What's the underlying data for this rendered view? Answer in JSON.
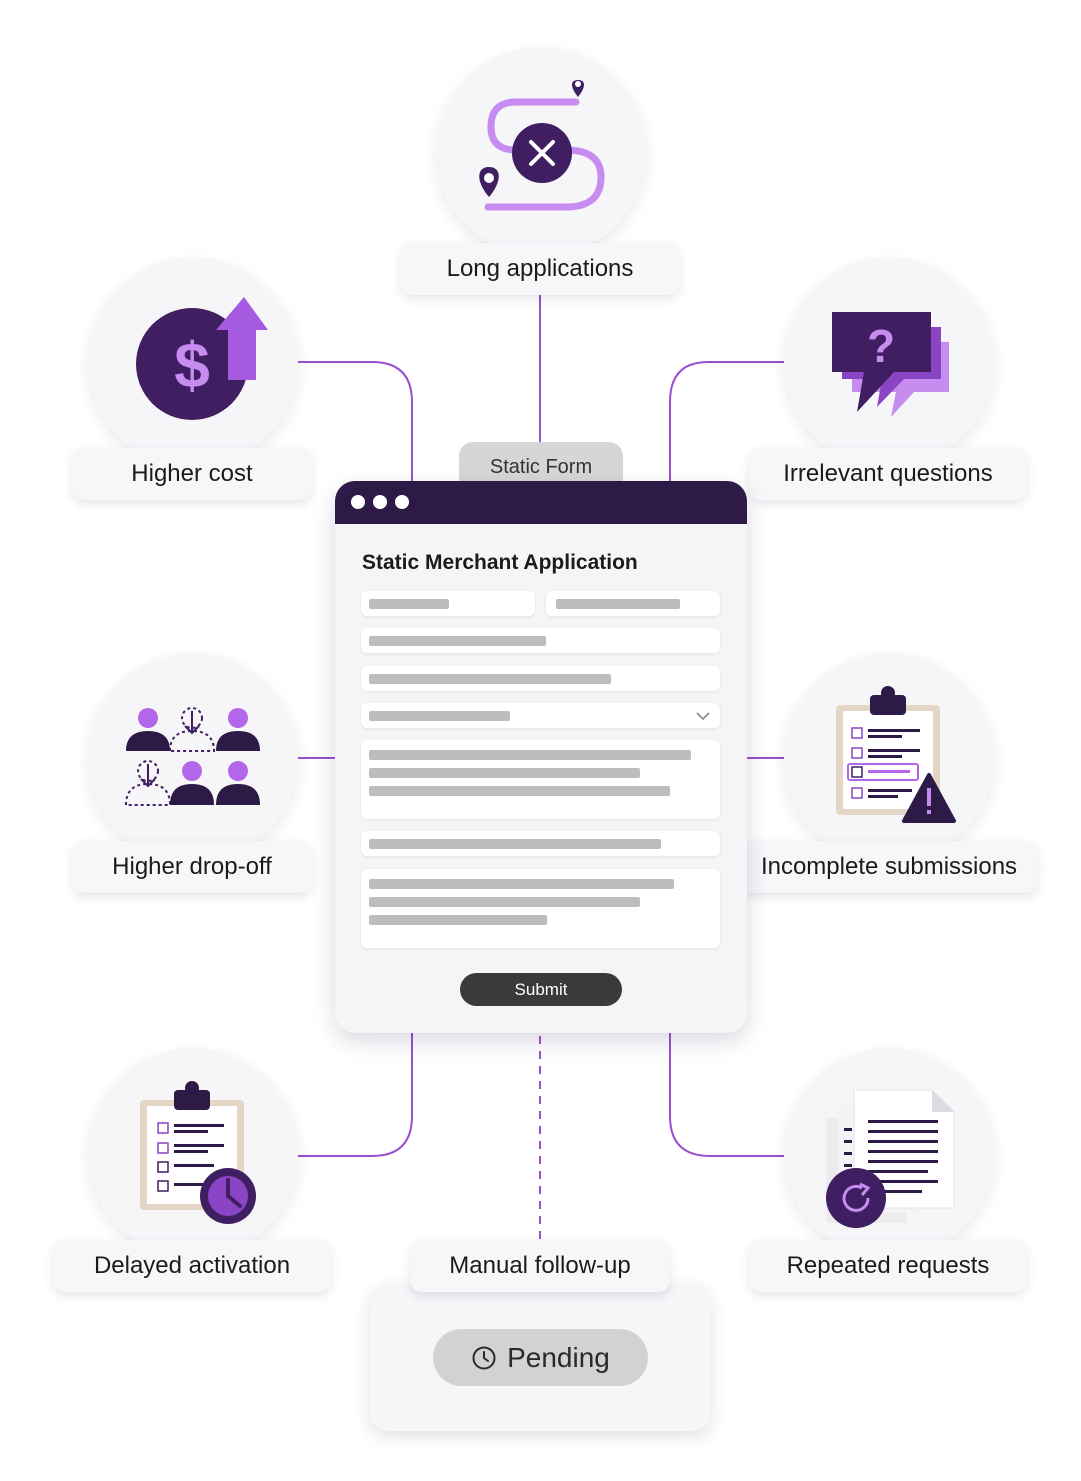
{
  "colors": {
    "accent": "#9b4fd0",
    "accent_light": "#c68cf0",
    "dark_purple": "#2e1a47",
    "label_bg": "#f7f6f9",
    "tab_grey": "#d6d6d8"
  },
  "center": {
    "tab_label": "Static Form",
    "form_title": "Static Merchant Application",
    "submit_label": "Submit"
  },
  "nodes": {
    "long_applications": {
      "label": "Long applications",
      "icon": "winding-path-x-icon"
    },
    "higher_cost": {
      "label": "Higher cost",
      "icon": "dollar-arrow-up-icon"
    },
    "irrelevant_questions": {
      "label": "Irrelevant questions",
      "icon": "question-chat-bubbles-icon"
    },
    "higher_dropoff": {
      "label": "Higher drop-off",
      "icon": "people-dropoff-icon"
    },
    "incomplete_submissions": {
      "label": "Incomplete submissions",
      "icon": "clipboard-warning-icon"
    },
    "delayed_activation": {
      "label": "Delayed activation",
      "icon": "clipboard-clock-icon"
    },
    "manual_followup": {
      "label": "Manual follow-up",
      "icon": ""
    },
    "repeated_requests": {
      "label": "Repeated requests",
      "icon": "documents-refresh-icon"
    }
  },
  "pending": {
    "label": "Pending",
    "icon": "clock-icon"
  }
}
